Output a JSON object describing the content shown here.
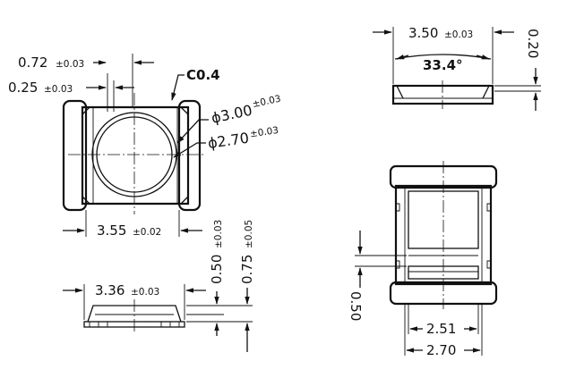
{
  "dims": {
    "pad_width": {
      "value": "0.72",
      "tol": "±0.03"
    },
    "pad_offset": {
      "value": "0.25",
      "tol": "±0.03"
    },
    "chamfer": {
      "value": "C0.4"
    },
    "outer_dia": {
      "value": "ϕ3.00",
      "tol": "±0.03"
    },
    "inner_dia": {
      "value": "ϕ2.70",
      "tol": "±0.03"
    },
    "body_length": {
      "value": "3.55",
      "tol": "±0.02"
    },
    "body_width": {
      "value": "3.36",
      "tol": "±0.03"
    },
    "height_a": {
      "value": "0.50",
      "tol": "±0.03"
    },
    "height_b": {
      "value": "0.75",
      "tol": "±0.05"
    },
    "top_width": {
      "value": "3.50",
      "tol": "±0.03"
    },
    "angle": {
      "value": "33.4°"
    },
    "rim": {
      "value": "0.20"
    },
    "gap": {
      "value": "0.50"
    },
    "inner_w": {
      "value": "2.51"
    },
    "outer_w": {
      "value": "2.70"
    }
  }
}
